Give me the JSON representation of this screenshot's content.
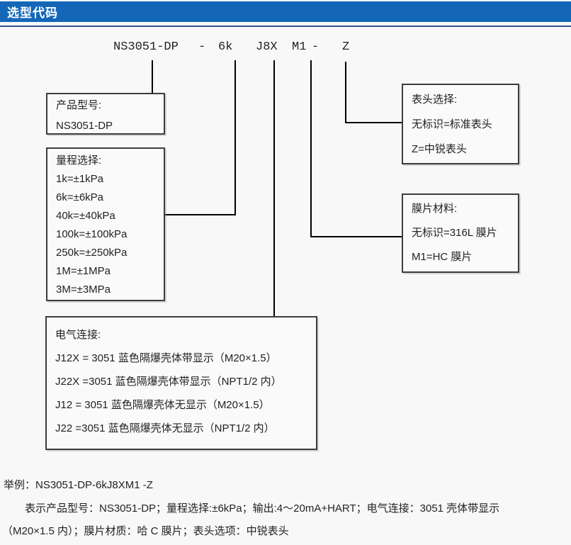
{
  "header": {
    "title": "选型代码"
  },
  "code": {
    "segments": [
      {
        "text": "NS3051-DP"
      },
      {
        "text": "-"
      },
      {
        "text": "6k"
      },
      {
        "text": "J8X"
      },
      {
        "text": "M1"
      },
      {
        "text": "-"
      },
      {
        "text": "Z"
      }
    ]
  },
  "boxes": {
    "product": {
      "title": "产品型号:",
      "lines": [
        "NS3051-DP"
      ]
    },
    "range": {
      "title": "量程选择:",
      "lines": [
        "1k=±1kPa",
        "6k=±6kPa",
        "40k=±40kPa",
        "100k=±100kPa",
        "250k=±250kPa",
        "1M=±1MPa",
        "3M=±3MPa"
      ]
    },
    "display": {
      "title": "表头选择:",
      "lines": [
        "无标识=标准表头",
        "Z=中锐表头"
      ]
    },
    "diaphragm": {
      "title": "膜片材料:",
      "lines": [
        "无标识=316L 膜片",
        "M1=HC 膜片"
      ]
    },
    "electrical": {
      "title": "电气连接:",
      "lines": [
        "J12X = 3051 蓝色隔爆壳体带显示（M20×1.5）",
        "J22X =3051 蓝色隔爆壳体带显示（NPT1/2 内）",
        "J12 = 3051 蓝色隔爆壳体无显示（M20×1.5）",
        "J22 =3051 蓝色隔爆壳体无显示（NPT1/2 内）"
      ]
    }
  },
  "example": {
    "line1": "举例：NS3051-DP-6kJ8XM1 -Z",
    "line2": "表示产品型号：NS3051-DP；量程选择:±6kPa；输出:4～20mA+HART；电气连接：3051 壳体带显示",
    "line3": "（M20×1.5 内）；膜片材质：哈 C 膜片；表头选项：中锐表头"
  },
  "colors": {
    "header_bg": "#1467b8",
    "header_text": "#ffffff",
    "divider": "#2e548c",
    "connector": "#000000",
    "box_border": "#3d3d3d",
    "page_bg": "#f8f8f8"
  }
}
